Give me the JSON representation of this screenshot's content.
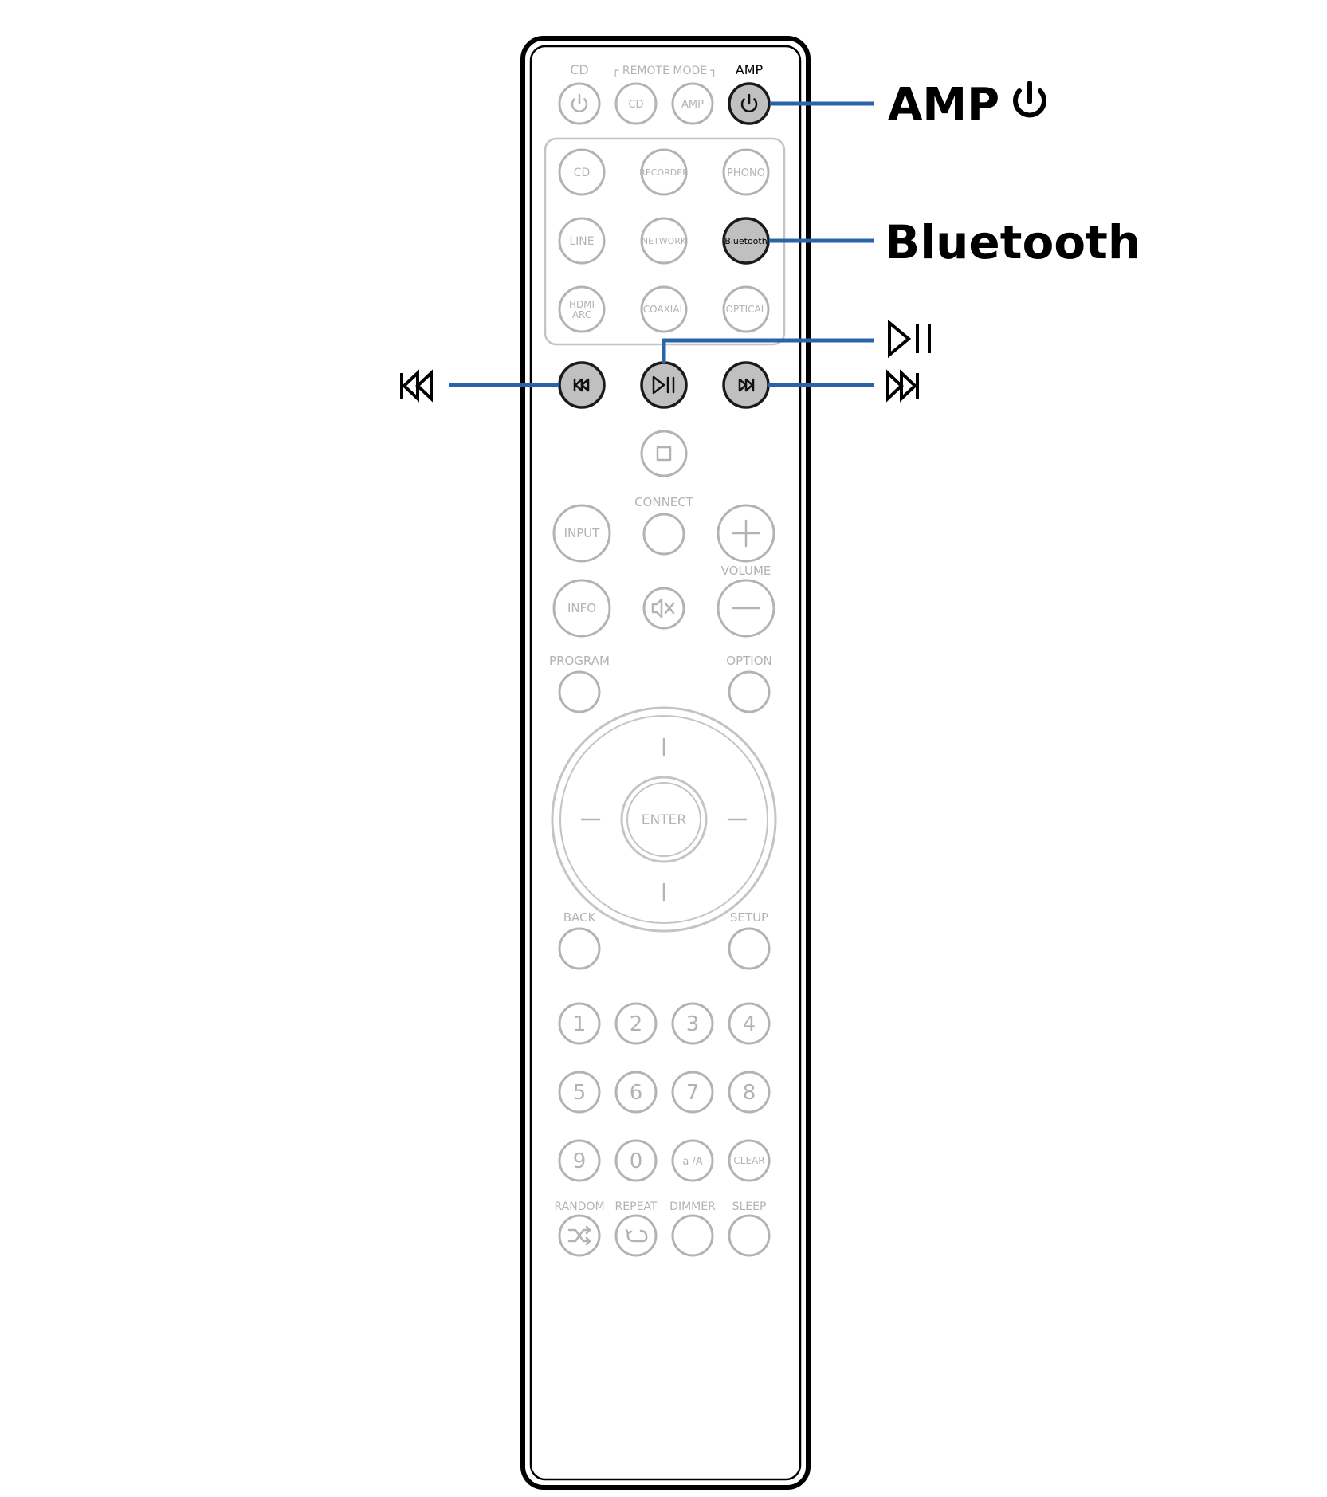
{
  "remote": {
    "mode_labels": {
      "cd": "CD",
      "remote_mode": "┌ REMOTE MODE ┐",
      "amp": "AMP"
    },
    "row_power": {
      "cd_power_icon": "power-icon",
      "mode_cd": "CD",
      "mode_amp": "AMP",
      "amp_power_icon": "power-icon"
    },
    "inputs": [
      [
        "CD",
        "RECORDER",
        "PHONO"
      ],
      [
        "LINE",
        "NETWORK",
        "Bluetooth"
      ],
      [
        "HDMI",
        "COAXIAL",
        "OPTICAL"
      ]
    ],
    "hdmi_second_line": "ARC",
    "transport": {
      "prev_icon": "skip-back-icon",
      "play_pause_icon": "play-pause-icon",
      "next_icon": "skip-forward-icon",
      "stop_icon": "stop-icon"
    },
    "connect_label": "CONNECT",
    "input_label": "INPUT",
    "volume_label": "VOLUME",
    "info_label": "INFO",
    "mute_icon": "mute-icon",
    "program_label": "PROGRAM",
    "option_label": "OPTION",
    "enter_label": "ENTER",
    "back_label": "BACK",
    "setup_label": "SETUP",
    "numbers": [
      [
        "1",
        "2",
        "3",
        "4"
      ],
      [
        "5",
        "6",
        "7",
        "8"
      ],
      [
        "9",
        "0",
        "a /A",
        "CLEAR"
      ]
    ],
    "bottom_labels": [
      "RANDOM",
      "REPEAT",
      "DIMMER",
      "SLEEP"
    ]
  },
  "callouts": {
    "amp_power": "AMP",
    "bluetooth": "Bluetooth",
    "play_pause_icon": "play-pause-icon",
    "prev_icon": "skip-back-icon",
    "next_icon": "skip-forward-icon"
  },
  "colors": {
    "callout_line": "#2a63a8",
    "highlight_button": "#c0c0c0",
    "inactive": "#b3b3b3"
  }
}
